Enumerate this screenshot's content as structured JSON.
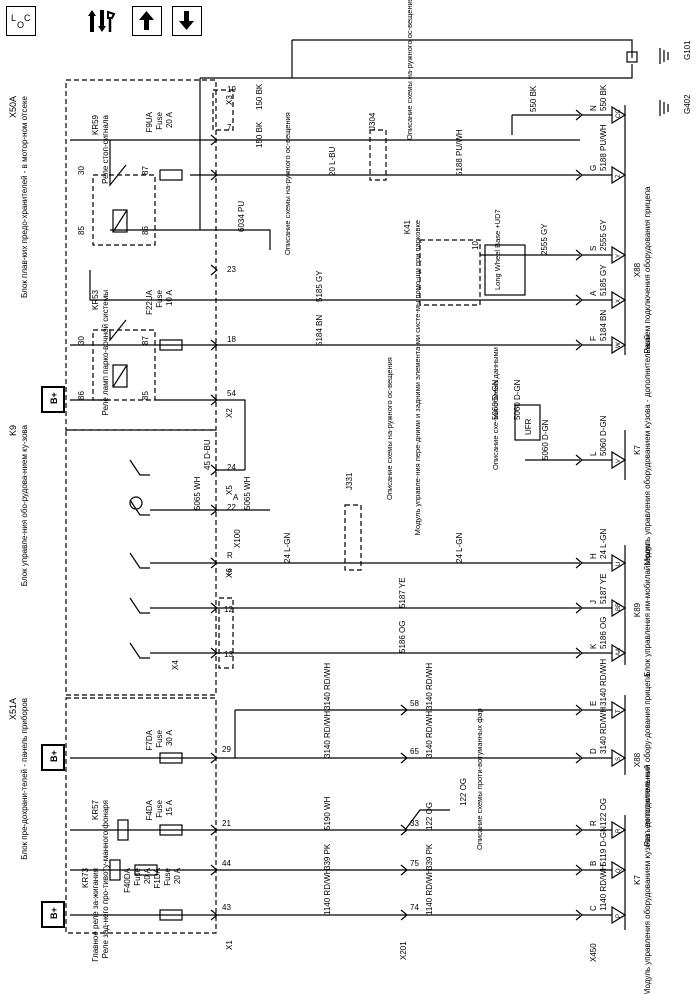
{
  "toolbar": {
    "loc_label": "LOC"
  },
  "connectors": {
    "x50a_name": "X50A",
    "x50a_desc": "Блок плав-ких предо-хранителей - в мотор-ном отсеке",
    "x51a_name": "X51A",
    "x51a_desc": "Блок пре-дохрани-телей - панель приборов",
    "k9_name": "K9",
    "k9_desc": "Блок управле-ния обо-рудова-нием ку-зова",
    "x2": "X2",
    "x3": "X3",
    "x5": "X5",
    "x6": "X6",
    "x4": "X4",
    "x1": "X1",
    "x100": "X100",
    "x201": "X201",
    "x450": "X450",
    "j304": "J304",
    "j331": "J331",
    "g101": "G101",
    "g402": "G402"
  },
  "relays": {
    "kr59_name": "KR59",
    "kr59_desc": "Реле стоп-сигнала",
    "kr53_name": "KR53",
    "kr53_desc": "Реле ламп парко-вочной системы",
    "kr57_name": "KR57",
    "kr57_desc": "Реле зад-него про-тивоту-манного фонаря",
    "kr73_name": "KR73",
    "kr73_desc": "Главное реле за-жигания",
    "k41_name": "K41",
    "k41_desc": "Модуль управле-ния пере-дними и задними элемента-ми систе-мы помо-щи при парковке",
    "k41_block": "Long Wheel Base +UD7",
    "ufr_label": "UFR"
  },
  "fuses": {
    "f9ua_name": "F9UA",
    "f9ua_type": "Fuse",
    "f9ua_rating": "20 A",
    "f22ua_name": "F22UA",
    "f22ua_type": "Fuse",
    "f22ua_rating": "10 A",
    "f7da_name": "F7DA",
    "f7da_type": "Fuse",
    "f7da_rating": "30 A",
    "f4da_name": "F4DA",
    "f4da_type": "Fuse",
    "f4da_rating": "15 A",
    "f40da_name": "F40DA",
    "f40da_type": "Fuse",
    "f40da_rating": "20 A",
    "f1da_name": "F1DA",
    "f1da_type": "Fuse",
    "f1da_rating": "20 A",
    "battery": "B+"
  },
  "pins": {
    "p19": "19",
    "p7": "7",
    "p30a": "30",
    "p87a": "87",
    "p86a": "86",
    "p85a": "85",
    "p23": "23",
    "p30b": "30",
    "p87b": "87",
    "p86b": "86",
    "p85b": "85",
    "p18": "18",
    "p54": "54",
    "p24": "24",
    "p22": "22",
    "pA": "A",
    "pR": "R",
    "p2": "2",
    "p12": "12",
    "p13": "13",
    "p29": "29",
    "p21": "21",
    "p44": "44",
    "p43": "43",
    "p58": "58",
    "p65": "65",
    "p33": "33",
    "p75": "75",
    "p74": "74",
    "p10": "10"
  },
  "wires": {
    "w150a": "150 BK",
    "w150b": "150 BK",
    "w20": "20 L-BU",
    "w5188": "5188 PU/WH",
    "w6034": "6034 PU",
    "w2555": "2555 GY",
    "w5185": "5185 GY",
    "w5184": "5184 BN",
    "w45": "45 D-BU",
    "w5065a": "5065 WH",
    "w5065b": "5065 WH",
    "w24a": "24 L-GN",
    "w24b": "24 L-GN",
    "w5187": "5187 YE",
    "w5186": "5186 OG",
    "w3140a": "3140 RD/WH",
    "w3140b": "3140 RD/WH",
    "w3140c": "3140 RD/WH",
    "w3140d": "3140 RD/WH",
    "w5190": "5190 WH",
    "w122a": "122 OG",
    "w122b": "122 OG",
    "w339a": "339 PK",
    "w339b": "339 PK",
    "w1140a": "1140 RD/WH",
    "w1140b": "1140 RD/WH",
    "w550": "550 BK",
    "w5060a": "5060 D-GN",
    "w5060b": "5060 D-GN",
    "w5060c": "5060 D-GN"
  },
  "x88_pins": {
    "N": {
      "pin": "N",
      "wire": "550 BK",
      "tri": "CC"
    },
    "G": {
      "pin": "G",
      "wire": "5188 PU/WH",
      "tri": "Z"
    },
    "S": {
      "pin": "S",
      "wire": "2555 GY",
      "tri": "Y"
    },
    "A": {
      "pin": "A",
      "wire": "5185 GY",
      "tri": "X"
    },
    "F": {
      "pin": "F",
      "wire": "5184 BN",
      "tri": "W"
    },
    "L": {
      "pin": "L",
      "wire": "5060 D-GN",
      "tri": "V"
    },
    "H": {
      "pin": "H",
      "wire": "24 L-GN",
      "tri": "U"
    },
    "J": {
      "pin": "J",
      "wire": "5187 YE",
      "tri": "BB"
    },
    "K": {
      "pin": "K",
      "wire": "5186 OG",
      "tri": "AA"
    },
    "E": {
      "pin": "E",
      "wire": "3140 RD/WH",
      "tri": "T"
    },
    "D": {
      "pin": "D",
      "wire": "3140 RD/WH",
      "tri": "S"
    },
    "R": {
      "pin": "R",
      "wire": "122 OG",
      "tri": "R"
    },
    "B": {
      "pin": "B",
      "wire": "5119 D-GN",
      "tri": "Q"
    },
    "C": {
      "pin": "C",
      "wire": "1140 RD/WH",
      "tri": "P"
    }
  },
  "descriptions": {
    "d_j304": "Описание схемы на-ружного ос-вещения",
    "d_6034": "Описание схемы на-ружного ос-вещения",
    "d_j331": "Описание схемы на-ружного ос-вещения",
    "d_data": "Описание схе-мы обмена данными",
    "d_fog": "Описание схемы проти-вотуманных фар"
  },
  "right_labels": {
    "x88_top_name": "X88",
    "x88_top_desc": "Разъем подключения оборудования прицепа",
    "k7_top_name": "K7",
    "k7_top_desc": "Модуль управления оборудованием кузова - дополнительный",
    "k89_name": "K89",
    "k89_desc": "Блок управления им-мобилайзером",
    "x88_bot_name": "X88",
    "x88_bot_desc": "Разъем подключе-ния обору-дования прицепа",
    "k7_bot_name": "K7",
    "k7_bot_desc": "Модуль управления оборудованием кузова - дополнительный"
  }
}
